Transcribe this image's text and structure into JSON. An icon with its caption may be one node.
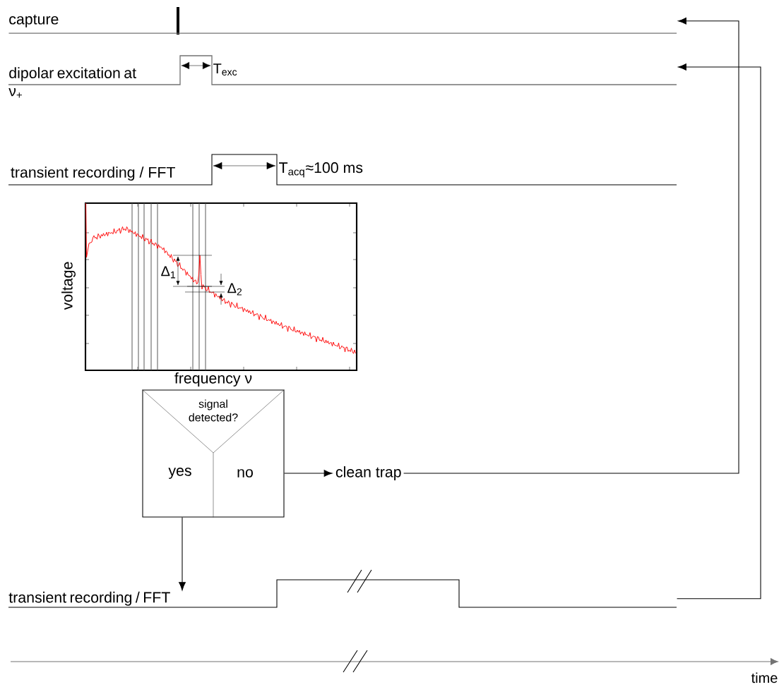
{
  "diagram": {
    "nodes": [
      {
        "text": [
          "capture"
        ]
      },
      {
        "text": [
          "dipolar excitation at ν$_{+}$"
        ]
      },
      {
        "text": [
          "transient recording / FFT"
        ]
      },
      {
        "text": [
          "signal detected?",
          "yes",
          "no"
        ]
      },
      {
        "text": [
          "clean trap"
        ]
      },
      {
        "text": [
          "transient recording / FFT"
        ]
      }
    ],
    "edges": [
      {
        "from": 3,
        "to": 4,
        "arrow": "to"
      },
      {
        "from": 3,
        "to": 5,
        "arrow": "to"
      },
      {
        "from": 4,
        "to": 0,
        "arrow": "to"
      },
      {
        "from": 5,
        "to": 1,
        "arrow": "to"
      }
    ],
    "labels": [
      "T$_{exc}$",
      "T$_{acq}$≈100 ms",
      "voltage",
      "frequency ν",
      "Δ$_{1}$",
      "Δ$_{2}$",
      "time"
    ]
  }
}
